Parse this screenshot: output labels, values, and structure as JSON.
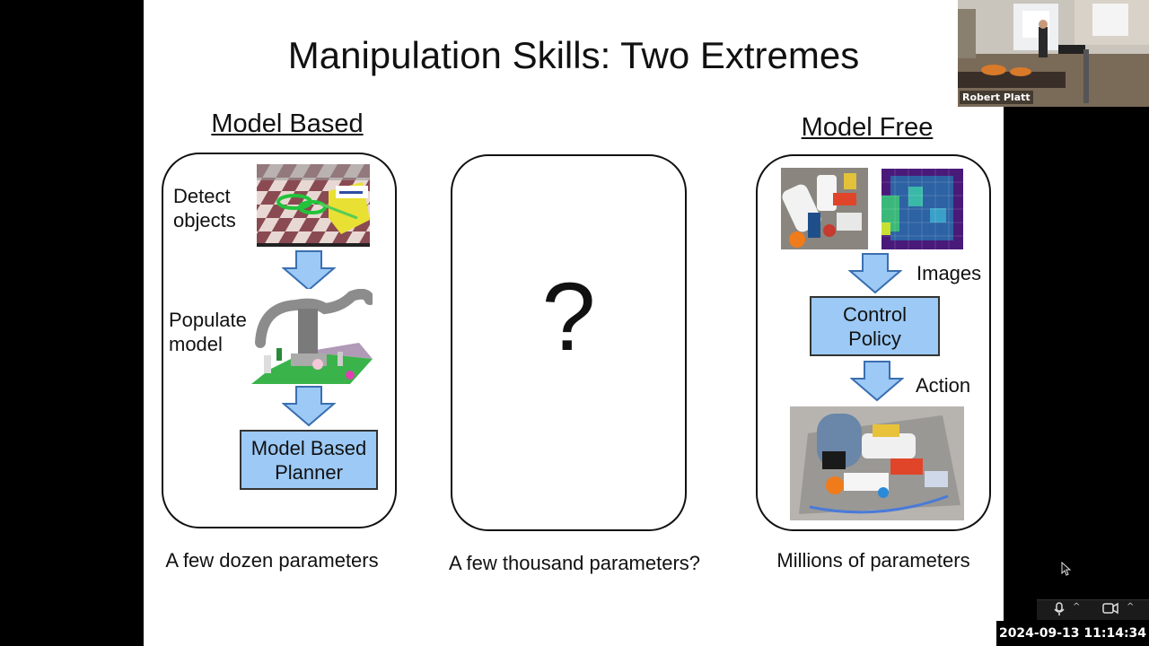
{
  "slide": {
    "title": "Manipulation Skills: Two Extremes",
    "left": {
      "heading": "Model Based",
      "step1_label": [
        "Detect",
        "objects"
      ],
      "step2_label": [
        "Populate",
        "model"
      ],
      "planner_box": [
        "Model Based",
        "Planner"
      ],
      "caption": "A few dozen parameters"
    },
    "middle": {
      "symbol": "?",
      "caption": "A few thousand parameters?"
    },
    "right": {
      "heading": "Model Free",
      "images_label": "Images",
      "policy_box": [
        "Control",
        "Policy"
      ],
      "action_label": "Action",
      "caption": "Millions of parameters"
    }
  },
  "webcam": {
    "name": "Robert Platt"
  },
  "controls": {
    "mic_icon": "microphone-icon",
    "video_icon": "video-camera-icon"
  },
  "timestamp": "2024-09-13  11:14:34",
  "colors": {
    "box_fill": "#9cc9f5",
    "arrow_fill": "#9cc9f5"
  }
}
